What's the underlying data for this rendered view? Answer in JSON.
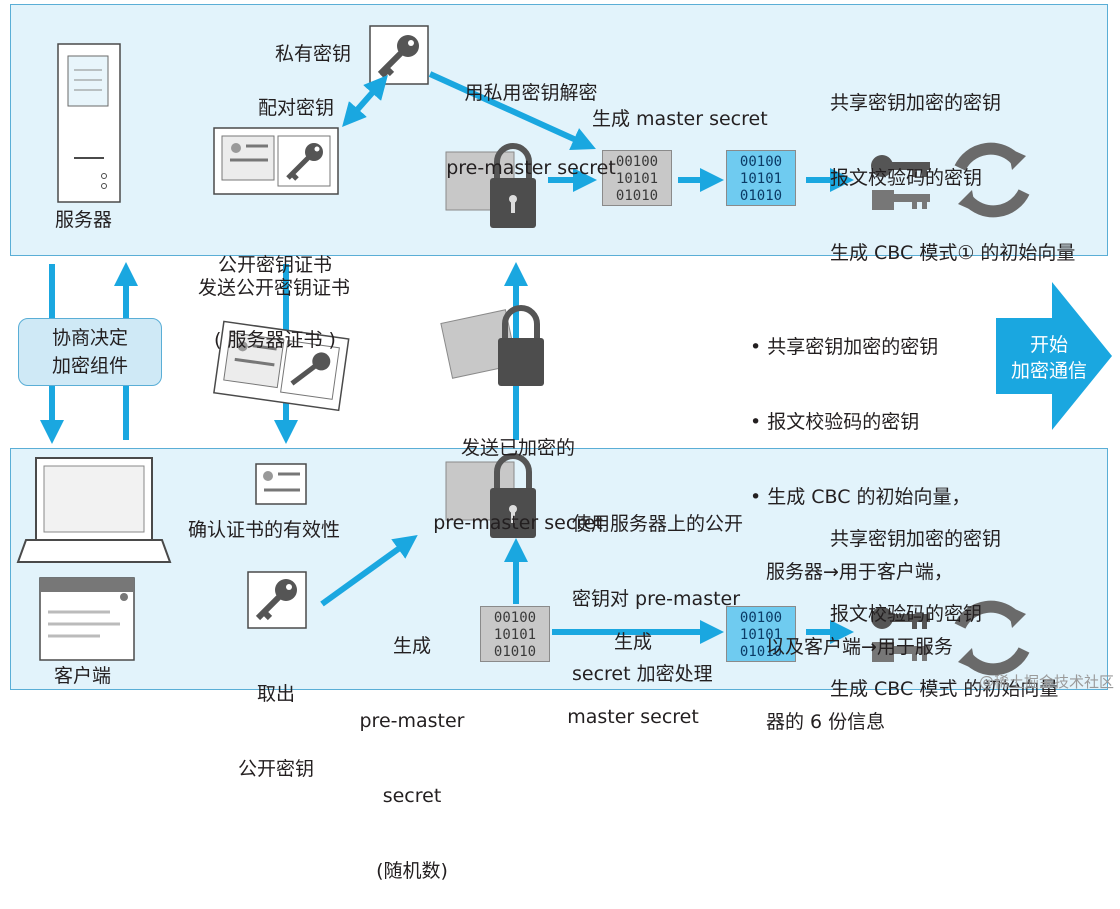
{
  "colors": {
    "panel": "#e2f3fb",
    "panel_border": "#5aaed6",
    "arrow": "#1aa7e0",
    "encrypted_data": "#6fcbf0",
    "plain_data": "#c8c8c8"
  },
  "server_panel": {
    "server_label": "服务器",
    "private_key_label": "私有密钥",
    "pair_key_label": "配对密钥",
    "cert_label_1": "公开密钥证书",
    "cert_label_2": "( 服务器证书 )",
    "decrypt_label_1": "用私用密钥解密",
    "decrypt_label_2": "pre-master secret",
    "generate_master_label": "生成 master secret",
    "binary_data": [
      "00100",
      "10101",
      "01010"
    ],
    "outputs": [
      "共享密钥加密的密钥",
      "报文校验码的密钥",
      "生成 CBC 模式① 的初始向量"
    ]
  },
  "middle": {
    "negotiate_1": "协商决定",
    "negotiate_2": "加密组件",
    "send_cert_label": "发送公开密钥证书",
    "send_encrypted_1": "发送已加密的",
    "send_encrypted_2": "pre-master secret",
    "bullets": [
      "• 共享密钥加密的密钥",
      "• 报文校验码的密钥",
      "• 生成 CBC 的初始向量，",
      "服务器→用于客户端，",
      "以及客户端→用于服务",
      "器的 6 份信息"
    ],
    "start_1": "开始",
    "start_2": "加密通信"
  },
  "client_panel": {
    "client_label": "客户端",
    "verify_cert_label": "确认证书的有效性",
    "take_key_1": "取出",
    "take_key_2": "公开密钥",
    "gen_pre_1": "生成",
    "gen_pre_2": "pre-master",
    "gen_pre_3": "secret",
    "gen_pre_4": "(随机数)",
    "encrypt_1": "使用服务器上的公开",
    "encrypt_2": "密钥对 pre-master",
    "encrypt_3": "secret 加密处理",
    "gen_master_1": "生成",
    "gen_master_2": "master secret",
    "outputs": [
      "共享密钥加密的密钥",
      "报文校验码的密钥",
      "生成 CBC 模式 的初始向量"
    ]
  },
  "watermark": "@稀土掘金技术社区"
}
